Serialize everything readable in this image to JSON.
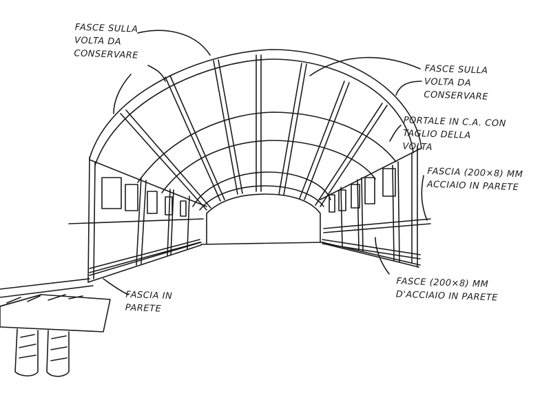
{
  "annotations": {
    "top_left": {
      "line1": "FASCE SULLA",
      "line2": "VOLTA DA",
      "line3": "CONSERVARE"
    },
    "top_right": {
      "line1": "FASCE SULLA",
      "line2": "VOLTA DA",
      "line3": "CONSERVARE"
    },
    "portal": {
      "line1": "PORTALE IN C.A. CON",
      "line2": "TAGLIO DELLA",
      "line3": "VOLTA"
    },
    "wall_strip_right": {
      "line1": "FASCIA (200×8) mm",
      "line2": "ACCIAIO IN PARETE"
    },
    "wall_strip_left": {
      "line1": "FASCIA IN",
      "line2": "PARETE"
    },
    "wall_strips_bottom": {
      "line1": "FASCE (200×8) MM",
      "line2": "D'ACCIAIO IN PARETE"
    }
  },
  "colors": {
    "ink": "#1a1a1a",
    "paper": "#ffffff"
  }
}
